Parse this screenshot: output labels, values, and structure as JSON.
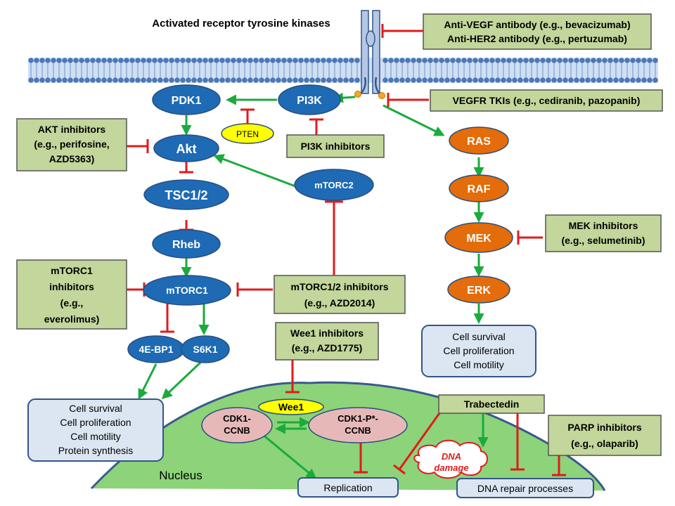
{
  "title": "Activated receptor tyrosine kinases",
  "colors": {
    "blue_node": "#1e6ab4",
    "orange_node": "#e46c0a",
    "green_box": "#c3d69b",
    "outcome_box": "#dce6f2",
    "activation_arrow": "#1aab3c",
    "inhibition": "#e01b1b",
    "nucleus": "#8cd37a",
    "pten": "#ffff00",
    "cdk_node": "#e6b9b8"
  },
  "nodes": {
    "pdk1": "PDK1",
    "pi3k": "PI3K",
    "pten": "PTEN",
    "akt": "Akt",
    "tsc": "TSC1/2",
    "mtorc2": "mTORC2",
    "rheb": "Rheb",
    "mtorc1": "mTORC1",
    "ebp1": "4E-BP1",
    "s6k1": "S6K1",
    "ras": "RAS",
    "raf": "RAF",
    "mek": "MEK",
    "erk": "ERK",
    "wee1": "Wee1",
    "cdk1_line1": "CDK1-",
    "cdk1_line2": "CCNB",
    "cdk1p_line1": "CDK1-P*-",
    "cdk1p_line2": "CCNB",
    "dna_damage_line1": "DNA",
    "dna_damage_line2": "damage"
  },
  "inhibitor_boxes": {
    "vegf_her2_line1": "Anti-VEGF antibody (e.g., bevacizumab)",
    "vegf_her2_line2": "Anti-HER2 antibody (e.g., pertuzumab)",
    "vegfr_tki": "VEGFR TKIs (e.g., cediranib, pazopanib)",
    "pi3k_inh": "PI3K inhibitors",
    "akt_line1": "AKT inhibitors",
    "akt_line2": "(e.g., perifosine,",
    "akt_line3": "AZD5363)",
    "mek_line1": "MEK inhibitors",
    "mek_line2": "(e.g., selumetinib)",
    "mtorc1_line1": "mTORC1",
    "mtorc1_line2": "inhibitors",
    "mtorc1_line3": "(e.g.,",
    "mtorc1_line4": "everolimus)",
    "mtorc12_line1": "mTORC1/2 inhibitors",
    "mtorc12_line2": "(e.g., AZD2014)",
    "wee1_line1": "Wee1 inhibitors",
    "wee1_line2": "(e.g., AZD1775)",
    "trabectedin": "Trabectedin",
    "parp_line1": "PARP inhibitors",
    "parp_line2": "(e.g., olaparib)"
  },
  "outcome_boxes": {
    "erk_line1": "Cell survival",
    "erk_line2": "Cell proliferation",
    "erk_line3": "Cell motility",
    "mtor_line1": "Cell survival",
    "mtor_line2": "Cell proliferation",
    "mtor_line3": "Cell motility",
    "mtor_line4": "Protein synthesis",
    "replication": "Replication",
    "dna_repair": "DNA repair processes"
  },
  "nucleus_label": "Nucleus"
}
